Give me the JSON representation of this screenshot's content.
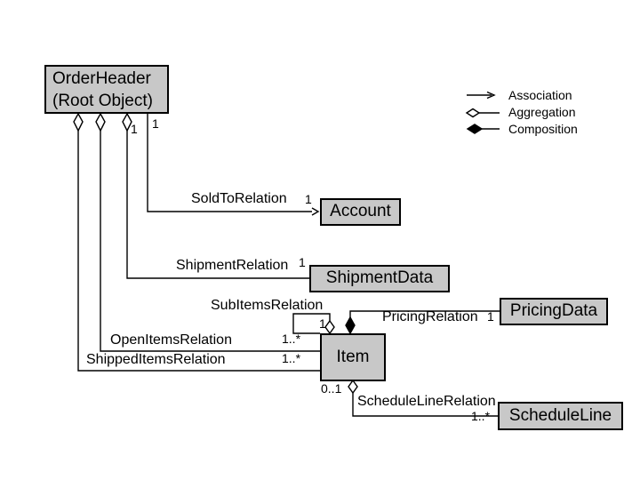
{
  "boxes": {
    "order_header": {
      "line1": "OrderHeader",
      "line2": "(Root Object)"
    },
    "account": "Account",
    "shipment_data": "ShipmentData",
    "pricing_data": "PricingData",
    "item": "Item",
    "schedule_line": "ScheduleLine"
  },
  "relations": {
    "sold_to": {
      "label": "SoldToRelation",
      "header_mult": "1",
      "target_mult": "1"
    },
    "shipment": {
      "label": "ShipmentRelation",
      "header_mult": "1",
      "target_mult": "1"
    },
    "sub_items": {
      "label": "SubItemsRelation",
      "parent_mult": "1"
    },
    "pricing": {
      "label": "PricingRelation",
      "target_mult": "1"
    },
    "open_items": {
      "label": "OpenItemsRelation",
      "target_mult": "1..*"
    },
    "shipped_items": {
      "label": "ShippedItemsRelation",
      "target_mult": "1..*"
    },
    "schedule_line": {
      "label": "ScheduleLineRelation",
      "source_mult": "0..1",
      "target_mult": "1..*"
    }
  },
  "legend": {
    "association": "Association",
    "aggregation": "Aggregation",
    "composition": "Composition"
  },
  "colors": {
    "background": "#ffffff",
    "box_fill": "#c8c8c8",
    "box_border": "#000000",
    "line": "#000000",
    "text": "#000000"
  }
}
